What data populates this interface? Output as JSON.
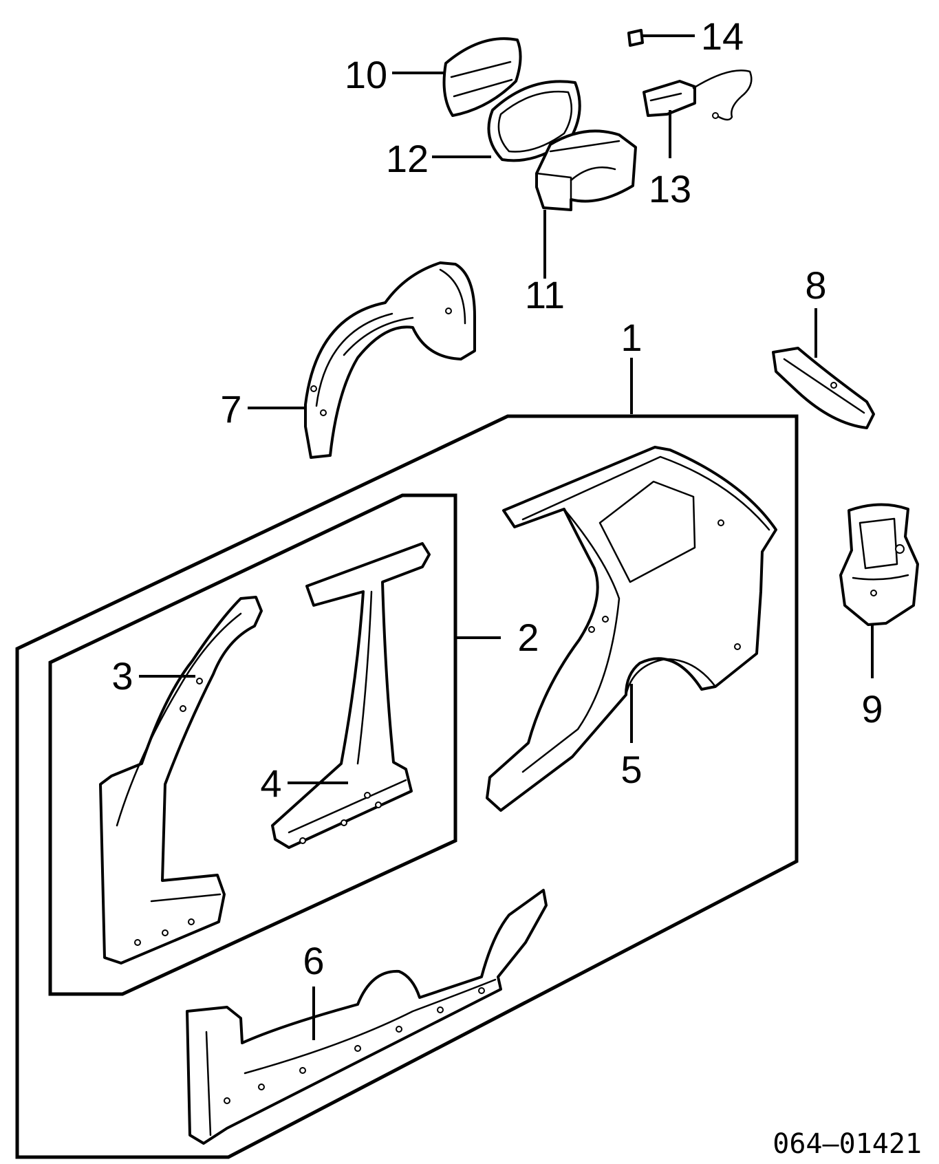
{
  "diagram": {
    "reference_code": "064—01421",
    "callouts": [
      {
        "id": "1",
        "label": "1"
      },
      {
        "id": "2",
        "label": "2"
      },
      {
        "id": "3",
        "label": "3"
      },
      {
        "id": "4",
        "label": "4"
      },
      {
        "id": "5",
        "label": "5"
      },
      {
        "id": "6",
        "label": "6"
      },
      {
        "id": "7",
        "label": "7"
      },
      {
        "id": "8",
        "label": "8"
      },
      {
        "id": "9",
        "label": "9"
      },
      {
        "id": "10",
        "label": "10"
      },
      {
        "id": "11",
        "label": "11"
      },
      {
        "id": "12",
        "label": "12"
      },
      {
        "id": "13",
        "label": "13"
      },
      {
        "id": "14",
        "label": "14"
      }
    ],
    "colors": {
      "ink": "#000000",
      "paper": "#ffffff"
    }
  }
}
